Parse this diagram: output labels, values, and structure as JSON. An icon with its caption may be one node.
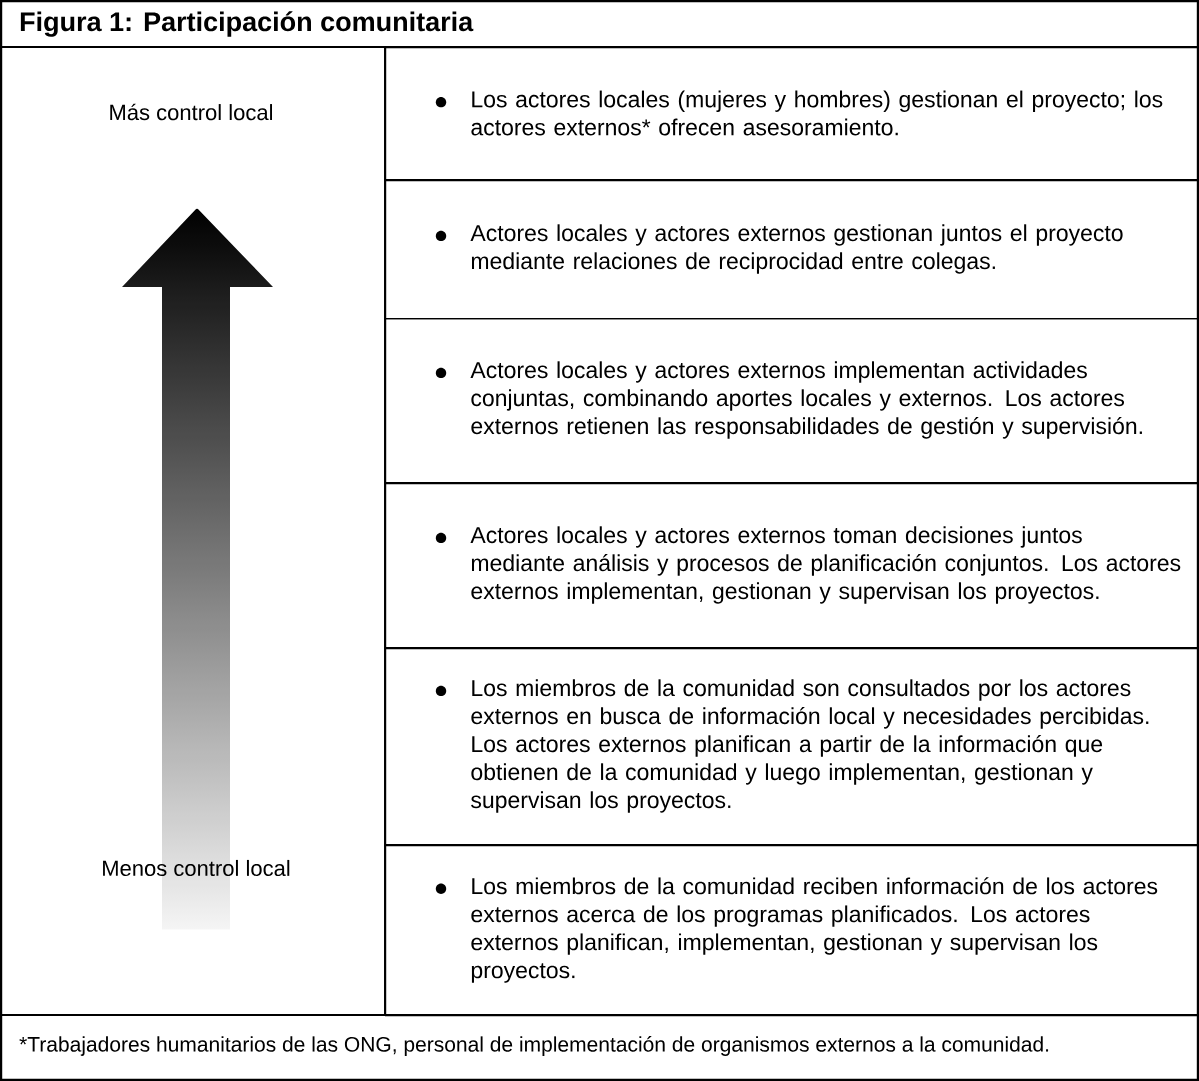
{
  "diagram": {
    "title": "Figura 1: Participación comunitaria",
    "nodes": [
      {
        "text": [
          "Los actores locales (mujeres y hombres) gestionan el proyecto; los actores externos* ofrecen asesoramiento."
        ]
      },
      {
        "text": [
          "Actores locales y actores externos gestionan juntos el proyecto mediante relaciones de reciprocidad entre colegas."
        ]
      },
      {
        "text": [
          "Actores locales y actores externos implementan actividades conjuntas, combinando aportes locales y externos. Los actores externos retienen las responsabilidades de gestión y supervisión."
        ]
      },
      {
        "text": [
          "Actores locales y actores externos toman decisiones juntos mediante análisis y procesos de planificación conjuntos. Los actores externos implementan, gestionan y supervisan los proyectos."
        ]
      },
      {
        "text": [
          "Los miembros de la comunidad son consultados por los actores externos en busca de información local y necesidades percibidas. Los actores externos planifican a partir de la información que obtienen de la comunidad y luego implementan, gestionan y supervisan los proyectos."
        ]
      },
      {
        "text": [
          "Los miembros de la comunidad reciben información de los actores externos acerca de los programas planificados. Los actores externos planifican, implementan, gestionan y supervisan los proyectos."
        ]
      }
    ],
    "labels": [
      "Más control local",
      "Menos control local"
    ],
    "caption": "*Trabajadores humanitarios de las ONG, personal de implementación de organismos externos a la comunidad."
  }
}
